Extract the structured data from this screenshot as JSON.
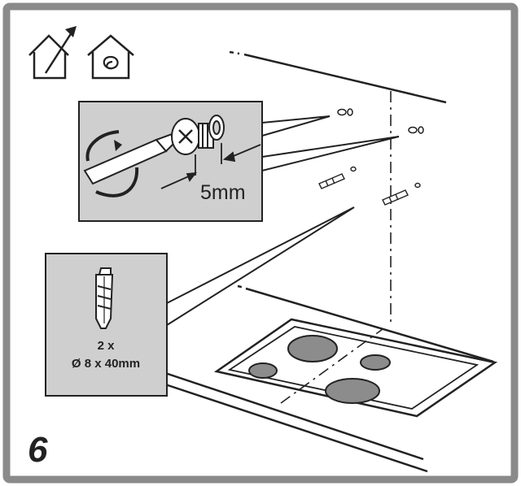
{
  "figure": {
    "step_number": "6",
    "screw_gap_label": "5mm",
    "plug_quantity": "2 x",
    "plug_size": "Ø 8 x 40mm",
    "icons": [
      "house-outside-arrow-icon",
      "house-inside-spiral-icon"
    ],
    "colors": {
      "frame": "#8a8a8a",
      "panel": "#cfcfcf",
      "ink": "#222222",
      "burner": "#8c8c8c"
    }
  }
}
